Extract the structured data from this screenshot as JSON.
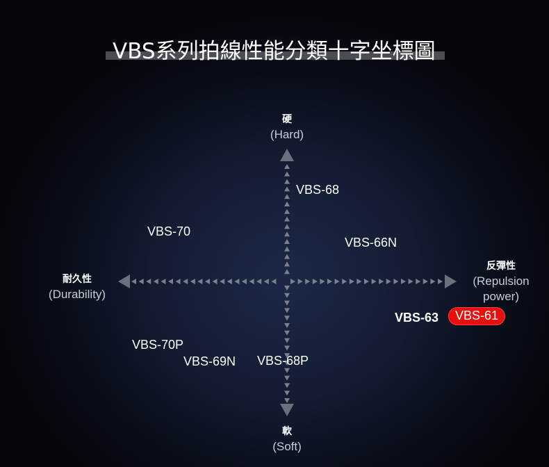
{
  "title": "VBS系列拍線性能分類十字坐標圖",
  "axes": {
    "top": {
      "zh": "硬",
      "en": "(Hard)"
    },
    "bottom": {
      "zh": "軟",
      "en": "(Soft)"
    },
    "left": {
      "zh": "耐久性",
      "en": "(Durability)"
    },
    "right": {
      "zh": "反彈性",
      "en_line1": "(Repulsion",
      "en_line2": "power)"
    }
  },
  "models": [
    {
      "name": "VBS-68",
      "quadrant": "upper-center",
      "style": "normal"
    },
    {
      "name": "VBS-70",
      "quadrant": "upper-left",
      "style": "normal"
    },
    {
      "name": "VBS-66N",
      "quadrant": "upper-right",
      "style": "normal"
    },
    {
      "name": "VBS-63",
      "quadrant": "lower-right",
      "style": "bold"
    },
    {
      "name": "VBS-61",
      "quadrant": "lower-right",
      "style": "highlight"
    },
    {
      "name": "VBS-70P",
      "quadrant": "lower-left",
      "style": "normal"
    },
    {
      "name": "VBS-69N",
      "quadrant": "lower-left",
      "style": "normal"
    },
    {
      "name": "VBS-68P",
      "quadrant": "lower-center",
      "style": "normal"
    }
  ],
  "colors": {
    "highlight": "#e8100f",
    "arrow": "#6b7280",
    "title_bar": "#4a4d52"
  }
}
